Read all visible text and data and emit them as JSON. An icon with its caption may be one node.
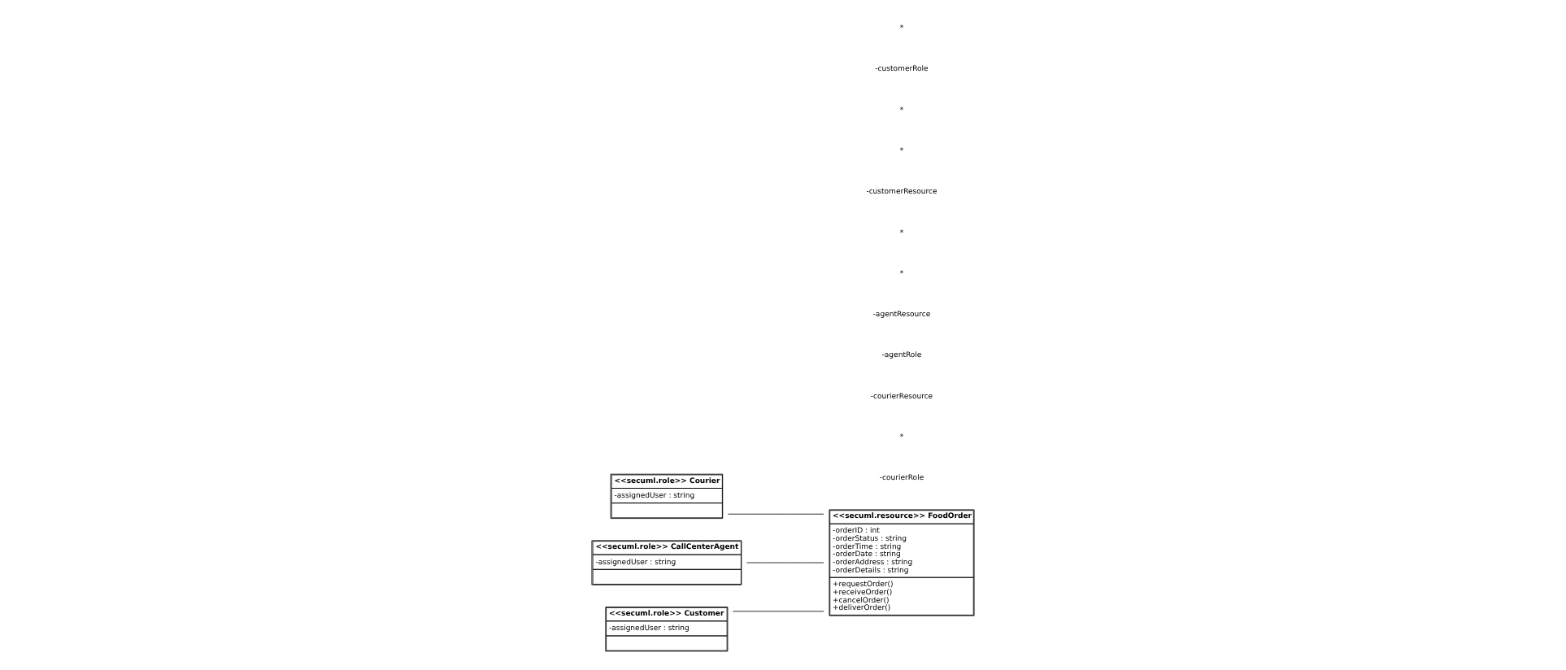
{
  "diagram": {
    "nodes": [
      {
        "text": [
          "<<secuml.role>> Courier",
          "-assignedUser : string"
        ]
      },
      {
        "text": [
          "<<secuml.role>> CallCenterAgent",
          "-assignedUser : string"
        ]
      },
      {
        "text": [
          "<<secuml.role>> Customer",
          "-assignedUser : string"
        ]
      },
      {
        "text": [
          "<<secuml.resource>> FoodOrder",
          "-orderID : int -orderStatus : string -orderTime : string -orderDate : string -orderAddress : string -orderDetails : string",
          "+requestOrder() +receiveOrder() +cancelOrder() +deliverOrder()"
        ]
      }
    ],
    "edges": [
      {
        "from": 0,
        "to": 3,
        "arrow": "none"
      },
      {
        "from": 1,
        "to": 3,
        "arrow": "none"
      },
      {
        "from": 2,
        "to": 3,
        "arrow": "none"
      }
    ],
    "labels": [
      "-courierRole",
      "*",
      "-courierResource",
      "-agentRole",
      "-agentResource",
      "*",
      "*",
      "-customerResource",
      "*",
      "*",
      "-customerRole",
      "*"
    ]
  }
}
